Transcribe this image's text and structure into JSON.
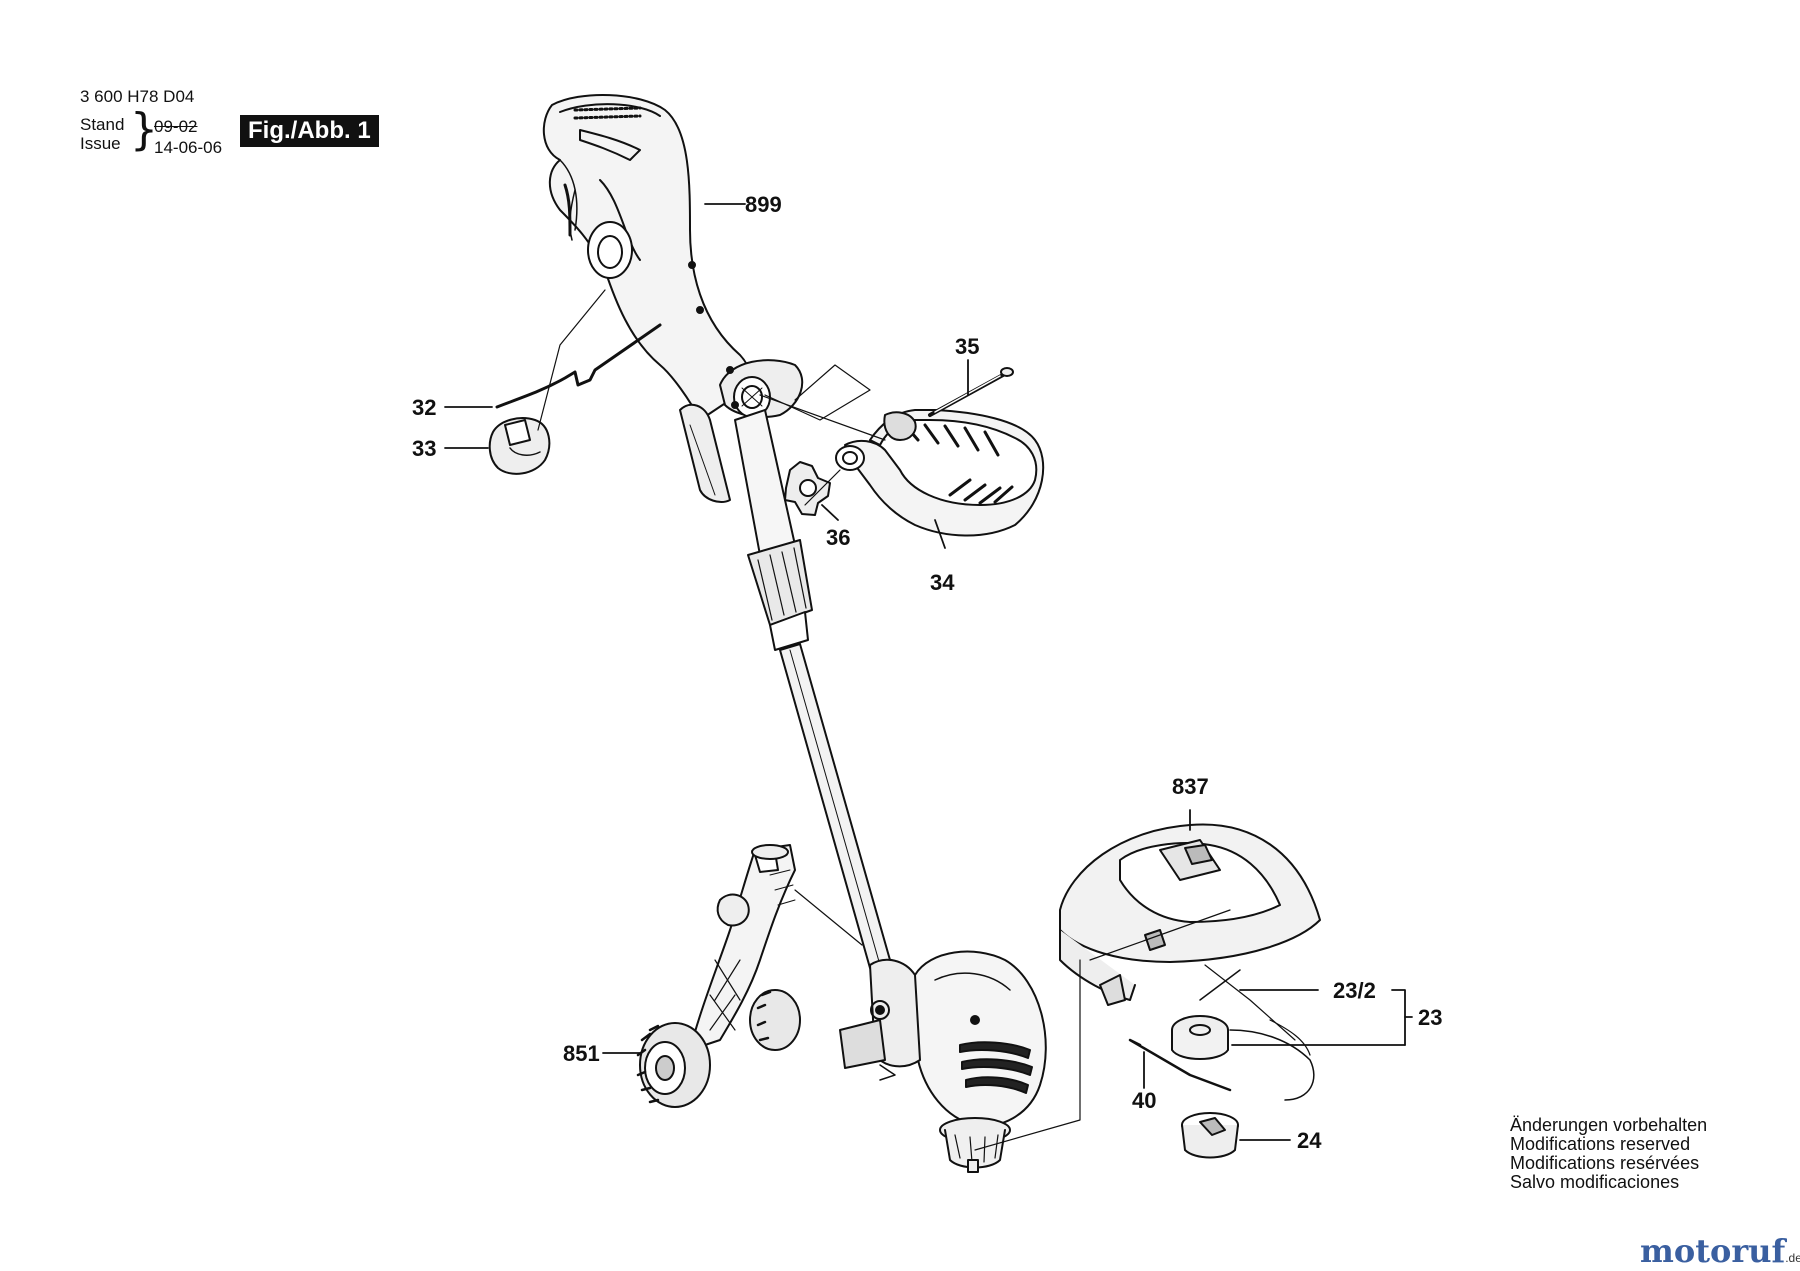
{
  "header": {
    "doc_number": "3 600 H78 D04",
    "stand_label": "Stand",
    "issue_label": "Issue",
    "date_struck": "09-02",
    "date_current": "14-06-06",
    "figure_label": "Fig./Abb. 1"
  },
  "callouts": {
    "c899": "899",
    "c35": "35",
    "c32": "32",
    "c33": "33",
    "c36": "36",
    "c34": "34",
    "c837": "837",
    "c23_2": "23/2",
    "c23": "23",
    "c851": "851",
    "c40": "40",
    "c24": "24"
  },
  "notes": [
    "Änderungen vorbehalten",
    "Modifications reserved",
    "Modifications resérvées",
    "Salvo modificaciones"
  ],
  "watermark": {
    "brand": "motoruf",
    "tld": ".de"
  }
}
